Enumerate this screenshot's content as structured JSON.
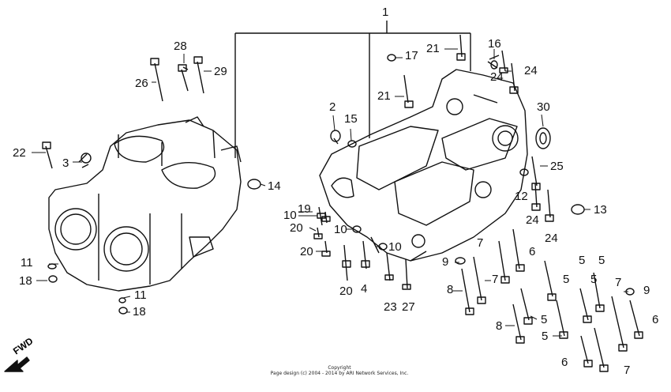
{
  "diagram": {
    "direction_label": "FWD",
    "copyright_line1": "Copyright",
    "copyright_line2": "Page design (c) 2004 - 2014 by ARI Network Services, Inc.",
    "callouts": [
      {
        "id": "c1",
        "text": "1"
      },
      {
        "id": "c2",
        "text": "2"
      },
      {
        "id": "c3",
        "text": "3"
      },
      {
        "id": "c4",
        "text": "4"
      },
      {
        "id": "c5a",
        "text": "5"
      },
      {
        "id": "c5b",
        "text": "5"
      },
      {
        "id": "c5c",
        "text": "5"
      },
      {
        "id": "c5d",
        "text": "5"
      },
      {
        "id": "c5e",
        "text": "5"
      },
      {
        "id": "c5f",
        "text": "5"
      },
      {
        "id": "c6a",
        "text": "6"
      },
      {
        "id": "c6b",
        "text": "6"
      },
      {
        "id": "c6c",
        "text": "6"
      },
      {
        "id": "c7a",
        "text": "7"
      },
      {
        "id": "c7b",
        "text": "7"
      },
      {
        "id": "c7c",
        "text": "7"
      },
      {
        "id": "c7d",
        "text": "7"
      },
      {
        "id": "c8a",
        "text": "8"
      },
      {
        "id": "c8b",
        "text": "8"
      },
      {
        "id": "c9a",
        "text": "9"
      },
      {
        "id": "c9b",
        "text": "9"
      },
      {
        "id": "c10a",
        "text": "10"
      },
      {
        "id": "c10b",
        "text": "10"
      },
      {
        "id": "c10c",
        "text": "10"
      },
      {
        "id": "c11a",
        "text": "11"
      },
      {
        "id": "c11b",
        "text": "11"
      },
      {
        "id": "c12",
        "text": "12"
      },
      {
        "id": "c13",
        "text": "13"
      },
      {
        "id": "c14",
        "text": "14"
      },
      {
        "id": "c15",
        "text": "15"
      },
      {
        "id": "c16",
        "text": "16"
      },
      {
        "id": "c17",
        "text": "17"
      },
      {
        "id": "c18a",
        "text": "18"
      },
      {
        "id": "c18b",
        "text": "18"
      },
      {
        "id": "c19",
        "text": "19"
      },
      {
        "id": "c20a",
        "text": "20"
      },
      {
        "id": "c20b",
        "text": "20"
      },
      {
        "id": "c20c",
        "text": "20"
      },
      {
        "id": "c21a",
        "text": "21"
      },
      {
        "id": "c21b",
        "text": "21"
      },
      {
        "id": "c22",
        "text": "22"
      },
      {
        "id": "c23",
        "text": "23"
      },
      {
        "id": "c24a",
        "text": "24"
      },
      {
        "id": "c24b",
        "text": "24"
      },
      {
        "id": "c24c",
        "text": "24"
      },
      {
        "id": "c24d",
        "text": "24"
      },
      {
        "id": "c25",
        "text": "25"
      },
      {
        "id": "c26",
        "text": "26"
      },
      {
        "id": "c27",
        "text": "27"
      },
      {
        "id": "c28",
        "text": "28"
      },
      {
        "id": "c29",
        "text": "29"
      },
      {
        "id": "c30",
        "text": "30"
      }
    ]
  }
}
